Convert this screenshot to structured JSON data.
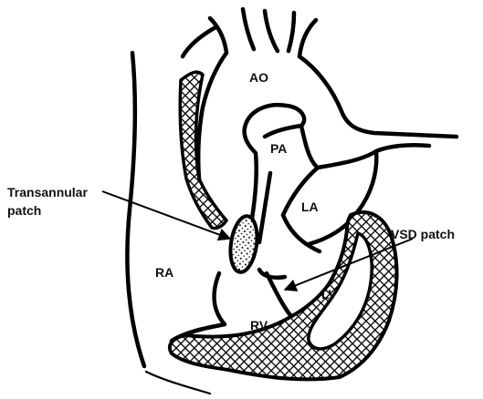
{
  "labels": {
    "ao": "AO",
    "pa": "PA",
    "la": "LA",
    "ra": "RA",
    "rv": "RV",
    "lv": "LV"
  },
  "callouts": {
    "transannular_line1": "Transannular",
    "transannular_line2": "patch",
    "vsd": "VSD patch"
  }
}
